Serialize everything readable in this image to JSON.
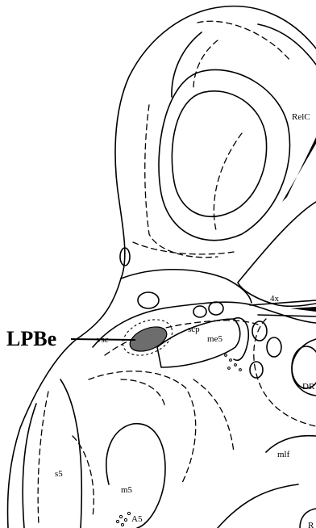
{
  "figure": {
    "highlight_color": "#6d6d6d",
    "line_color": "#000000",
    "background": "#ffffff"
  },
  "labels": {
    "lpbe": "LPBe",
    "relc": "RelC",
    "vsc": "vsc",
    "scp": "scp",
    "me5": "me5",
    "four_x": "4x",
    "dr": "DR",
    "mlf": "mlf",
    "s5": "s5",
    "m5": "m5",
    "a5": "A5",
    "r": "R"
  }
}
